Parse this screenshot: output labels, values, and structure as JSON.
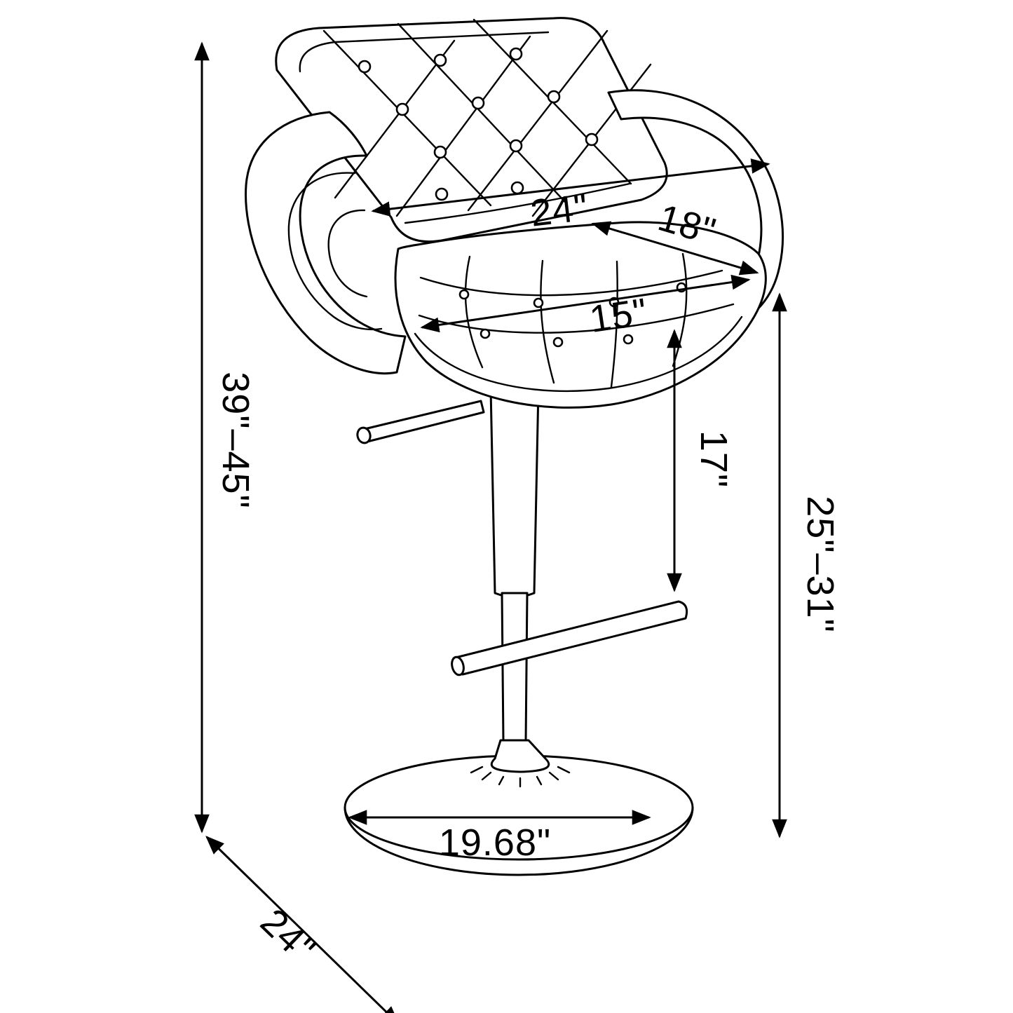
{
  "diagram": {
    "kind": "product-dimension-drawing",
    "dimensions": {
      "back_width": "24\"",
      "seat_depth": "18\"",
      "seat_width": "15\"",
      "seat_to_footrest_height": "17\"",
      "overall_height_range": "39\"–45\"",
      "seat_height_range": "25\"–31\"",
      "base_diameter": "19.68\"",
      "overall_depth": "24\""
    },
    "colors": {
      "line": "#000000",
      "background": "#ffffff"
    }
  }
}
